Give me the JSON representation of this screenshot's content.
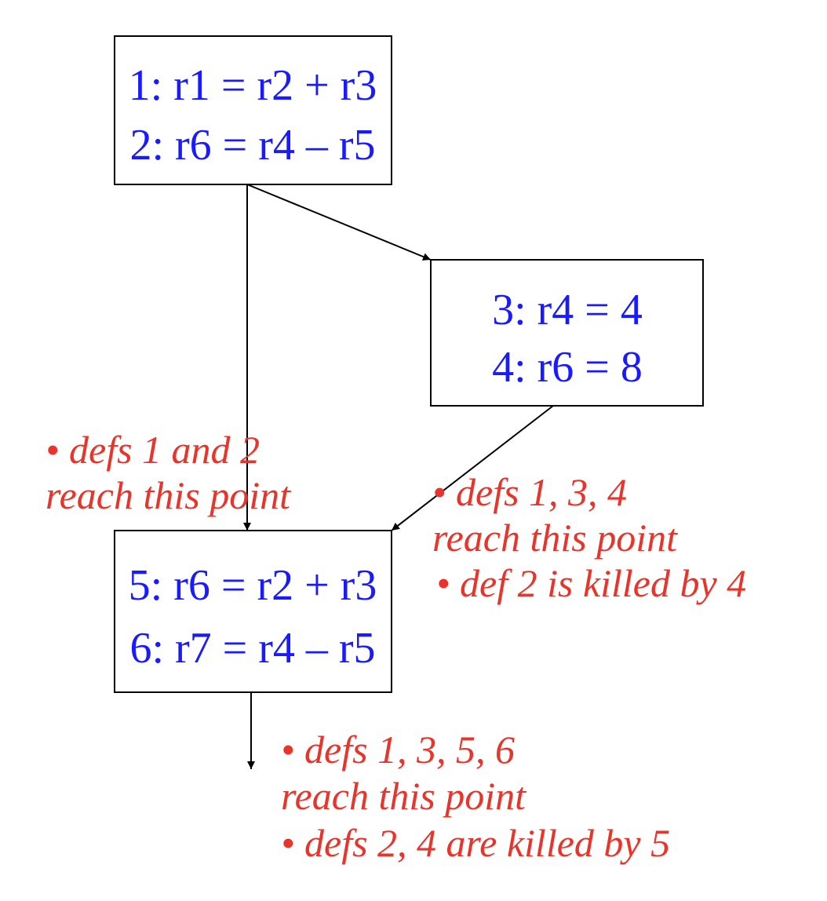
{
  "colors": {
    "code": "#1a1aff",
    "annotation": "#e8342b",
    "line": "#000000"
  },
  "blocks": [
    {
      "id": "block-1",
      "lines": [
        "1: r1 = r2 + r3",
        "2: r6 = r4 – r5"
      ]
    },
    {
      "id": "block-2",
      "lines": [
        "3: r4 = 4",
        "4: r6 = 8"
      ]
    },
    {
      "id": "block-3",
      "lines": [
        "5: r6 = r2 + r3",
        "6: r7 = r4 – r5"
      ]
    }
  ],
  "annotations": [
    {
      "id": "note-1",
      "lines": [
        "• defs 1 and 2",
        "reach this point"
      ]
    },
    {
      "id": "note-2",
      "lines": [
        "• defs 1, 3, 4",
        "reach this point",
        "• def 2 is killed by 4"
      ]
    },
    {
      "id": "note-3",
      "lines": [
        "• defs 1, 3, 5, 6",
        "reach this point",
        "• defs 2, 4 are killed by 5"
      ]
    }
  ]
}
